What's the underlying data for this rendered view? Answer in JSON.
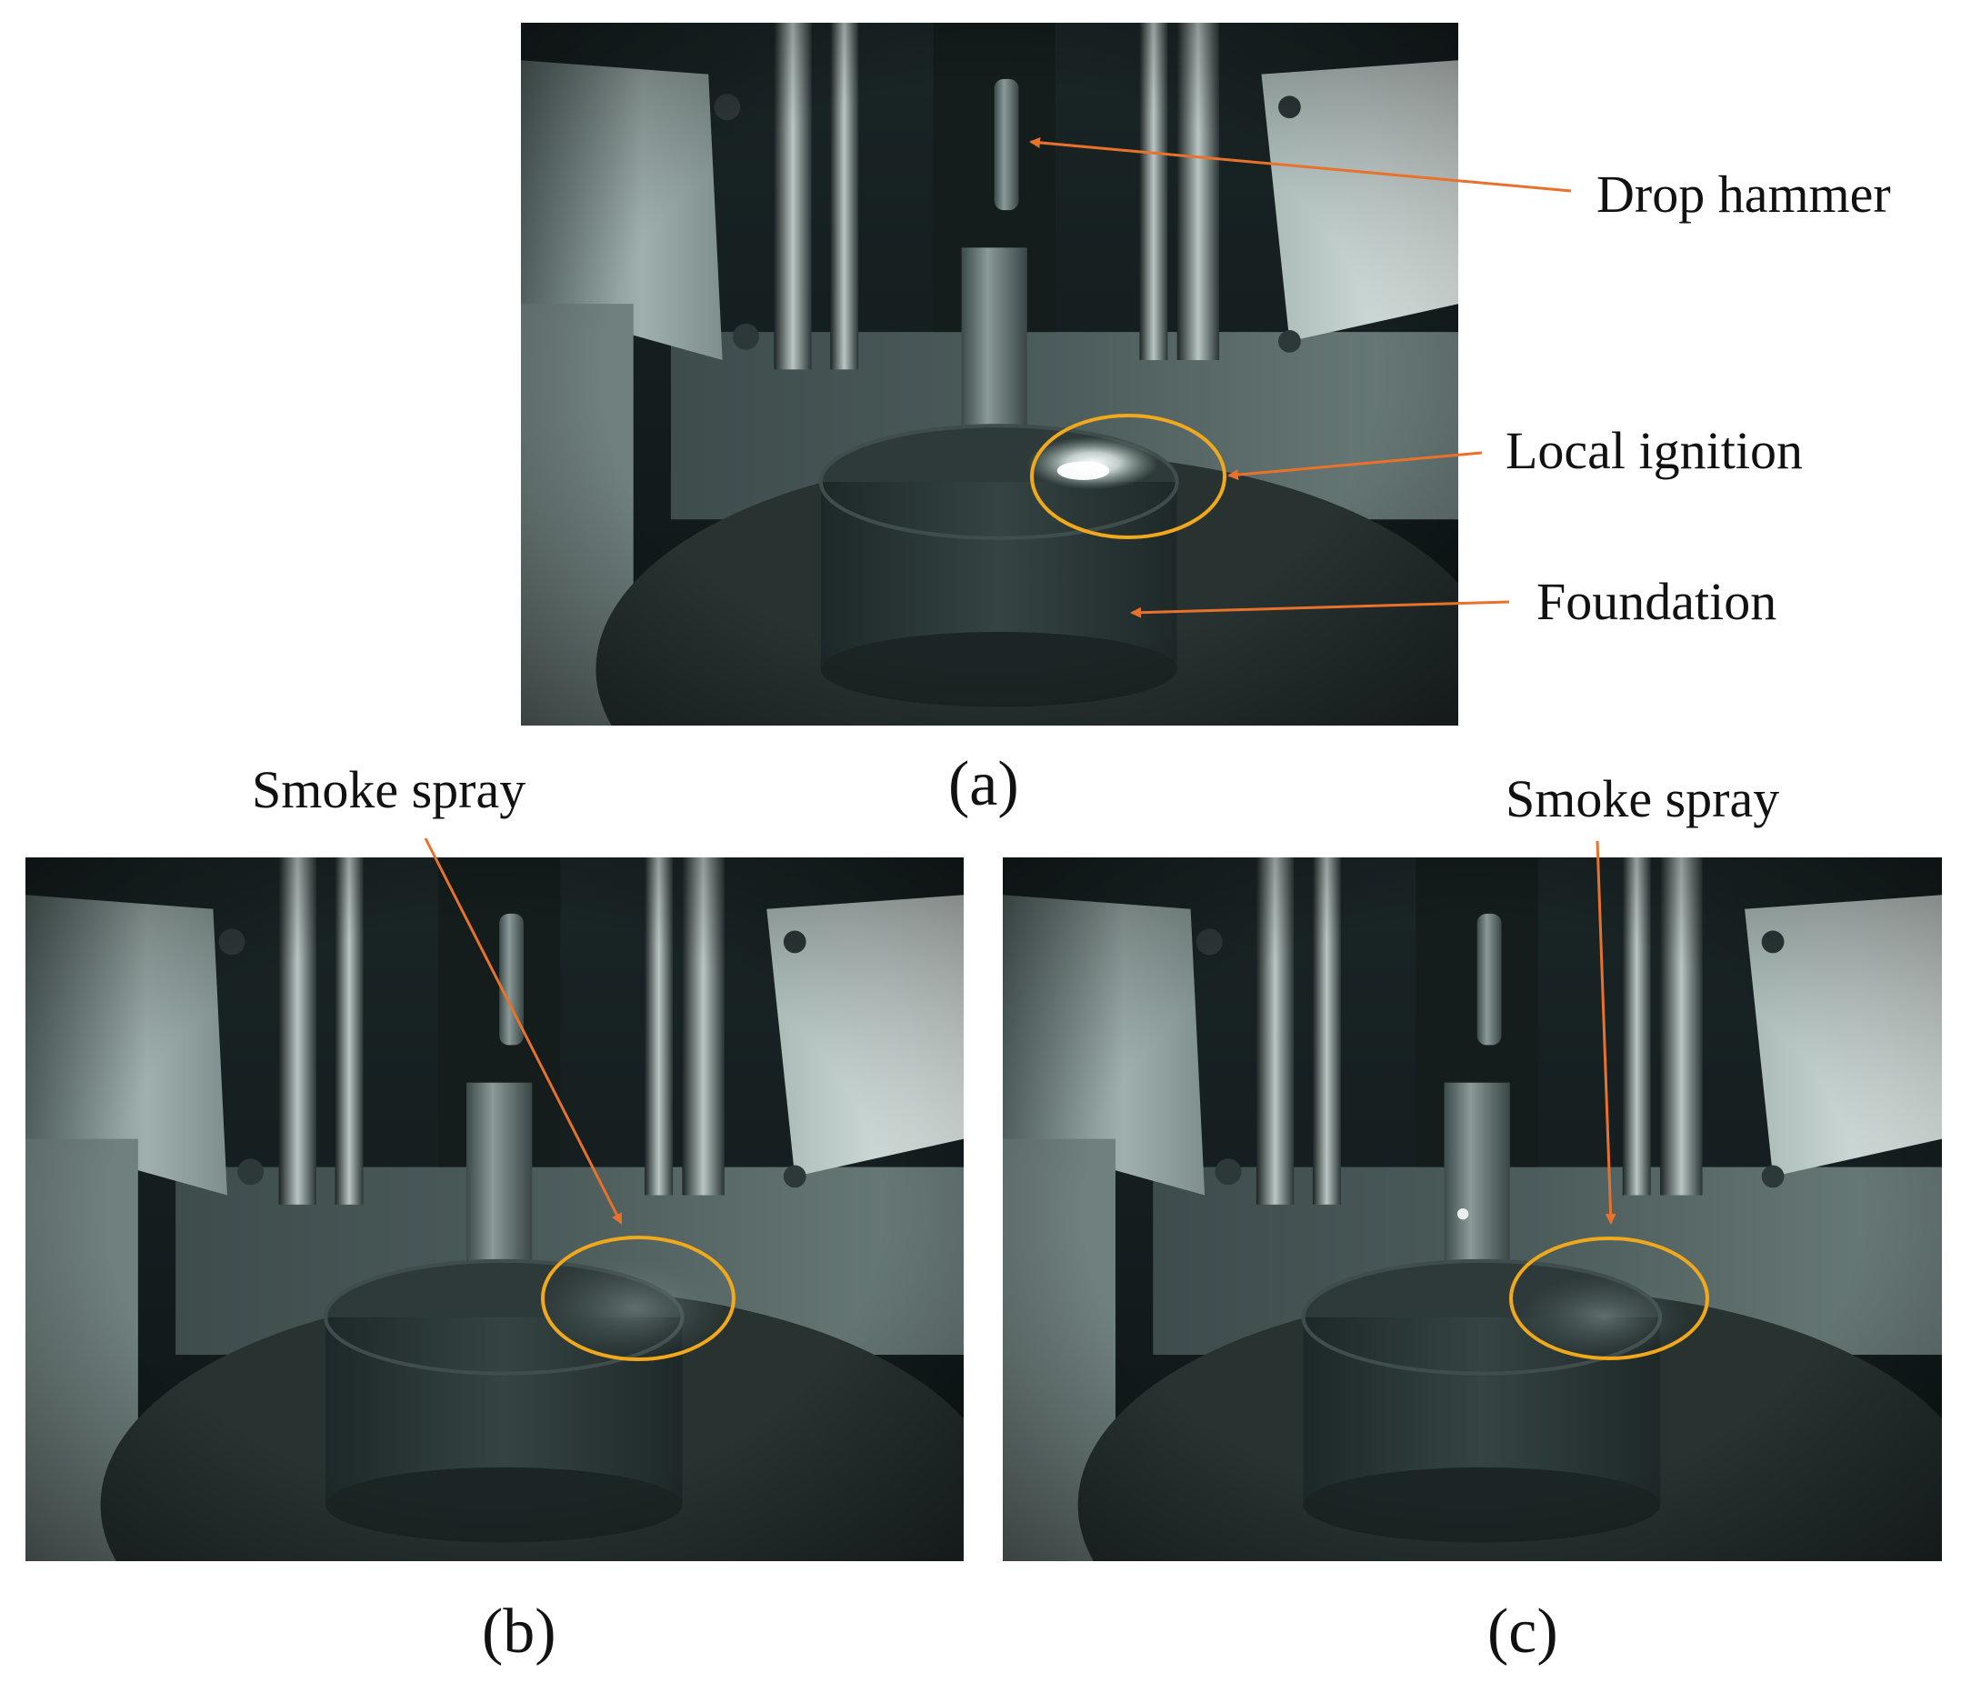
{
  "panels": [
    {
      "id": "a",
      "caption": "(a)"
    },
    {
      "id": "b",
      "caption": "(b)"
    },
    {
      "id": "c",
      "caption": "(c)"
    }
  ],
  "labels": {
    "drop_hammer": "Drop hammer",
    "local_ignition": "Local ignition",
    "foundation": "Foundation",
    "smoke_spray_b": "Smoke spray",
    "smoke_spray_c": "Smoke spray"
  },
  "colors": {
    "arrow": "#e8722c",
    "highlight_ellipse": "#f0a81c",
    "photo_tint": "#1d2b2c"
  }
}
